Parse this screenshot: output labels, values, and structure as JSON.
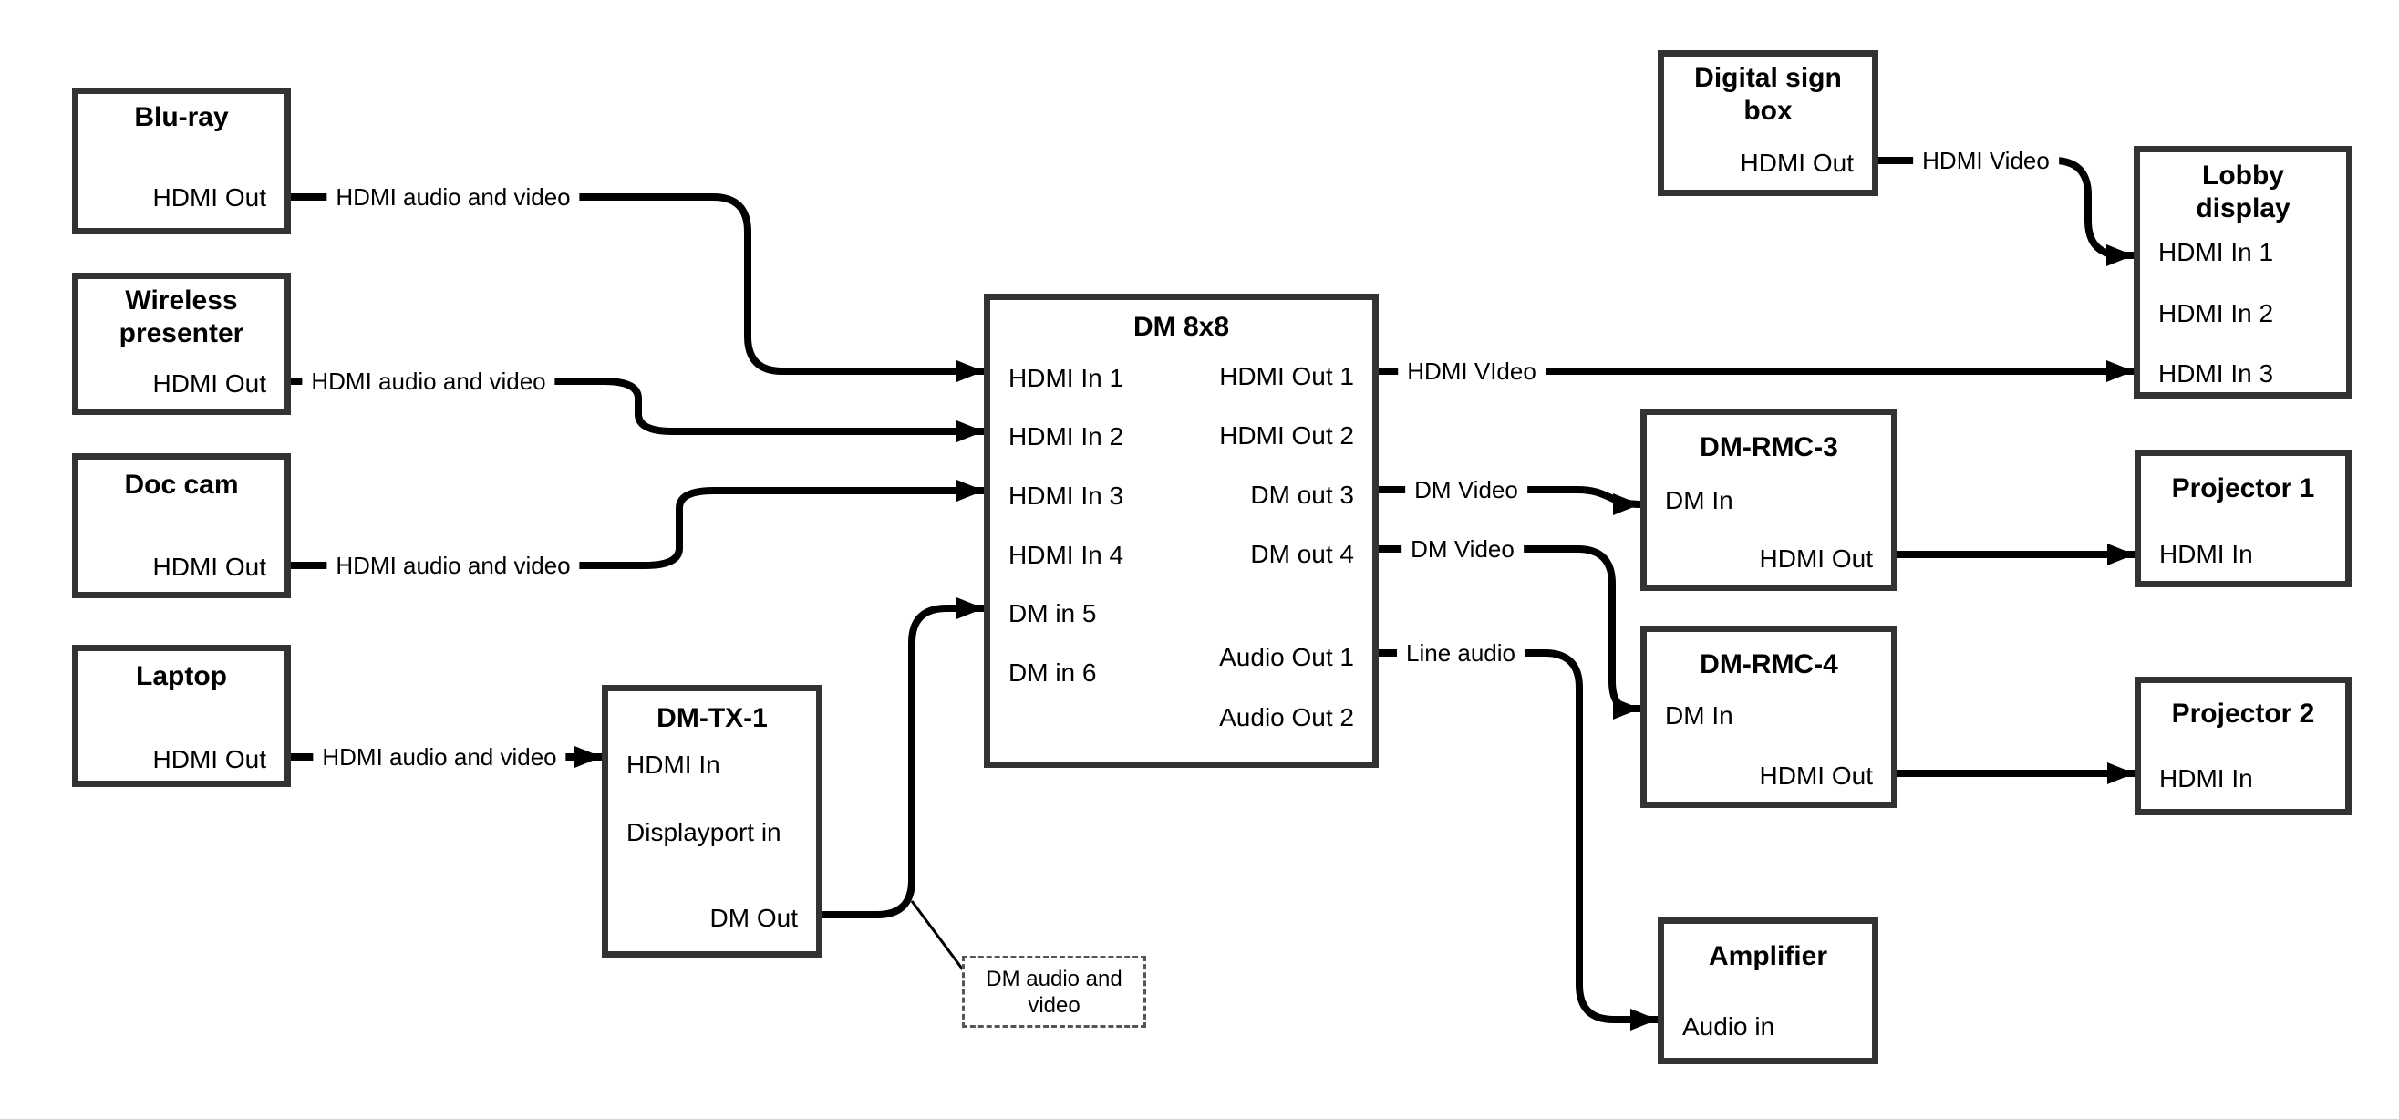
{
  "colors": {
    "background": "#ffffff",
    "box_border": "#333333",
    "wire": "#000000",
    "text": "#000000"
  },
  "nodes": {
    "blu_ray": {
      "title": "Blu-ray",
      "ports": [
        "HDMI Out"
      ]
    },
    "wireless_presenter": {
      "title": "Wireless presenter",
      "ports": [
        "HDMI Out"
      ]
    },
    "doc_cam": {
      "title": "Doc cam",
      "ports": [
        "HDMI Out"
      ]
    },
    "laptop": {
      "title": "Laptop",
      "ports": [
        "HDMI Out"
      ]
    },
    "dm_tx_1": {
      "title": "DM-TX-1",
      "ports": [
        "HDMI In",
        "Displayport in",
        "DM Out"
      ]
    },
    "dm_8x8": {
      "title": "DM 8x8",
      "ports_left": [
        "HDMI In 1",
        "HDMI In 2",
        "HDMI In 3",
        "HDMI In 4",
        "DM in 5",
        "DM in 6"
      ],
      "ports_right": [
        "HDMI Out 1",
        "HDMI Out 2",
        "DM out 3",
        "DM out 4",
        "Audio Out 1",
        "Audio Out 2"
      ]
    },
    "digital_sign_box": {
      "title": "Digital sign box",
      "ports": [
        "HDMI Out"
      ]
    },
    "lobby_display": {
      "title": "Lobby display",
      "ports": [
        "HDMI In 1",
        "HDMI In 2",
        "HDMI In 3"
      ]
    },
    "dm_rmc_3": {
      "title": "DM-RMC-3",
      "ports": [
        "DM In",
        "HDMI Out"
      ]
    },
    "projector_1": {
      "title": "Projector 1",
      "ports": [
        "HDMI In"
      ]
    },
    "dm_rmc_4": {
      "title": "DM-RMC-4",
      "ports": [
        "DM In",
        "HDMI Out"
      ]
    },
    "projector_2": {
      "title": "Projector 2",
      "ports": [
        "HDMI In"
      ]
    },
    "amplifier": {
      "title": "Amplifier",
      "ports": [
        "Audio in"
      ]
    }
  },
  "connections": [
    {
      "from": "Blu-ray HDMI Out",
      "to": "DM 8x8 HDMI In 1",
      "label": "HDMI audio and video"
    },
    {
      "from": "Wireless presenter HDMI Out",
      "to": "DM 8x8 HDMI In 2",
      "label": "HDMI audio and video"
    },
    {
      "from": "Doc cam HDMI Out",
      "to": "DM 8x8 HDMI In 3",
      "label": "HDMI audio and video"
    },
    {
      "from": "Laptop HDMI Out",
      "to": "DM-TX-1 HDMI In",
      "label": "HDMI audio and video"
    },
    {
      "from": "DM-TX-1 DM Out",
      "to": "DM 8x8 DM in 5",
      "label": ""
    },
    {
      "from": "DM 8x8 HDMI Out 1",
      "to": "Lobby display HDMI In 3",
      "label": "HDMI VIdeo"
    },
    {
      "from": "Digital sign box HDMI Out",
      "to": "Lobby display HDMI In 1",
      "label": "HDMI Video"
    },
    {
      "from": "DM 8x8 DM out 3",
      "to": "DM-RMC-3 DM In",
      "label": "DM Video"
    },
    {
      "from": "DM 8x8 DM out 4",
      "to": "DM-RMC-4 DM In",
      "label": "DM Video"
    },
    {
      "from": "DM 8x8 Audio Out 1",
      "to": "Amplifier Audio in",
      "label": "Line audio"
    },
    {
      "from": "DM-RMC-3 HDMI Out",
      "to": "Projector 1 HDMI In",
      "label": ""
    },
    {
      "from": "DM-RMC-4 HDMI Out",
      "to": "Projector 2 HDMI In",
      "label": ""
    }
  ],
  "callout": {
    "label": "DM audio and video"
  }
}
